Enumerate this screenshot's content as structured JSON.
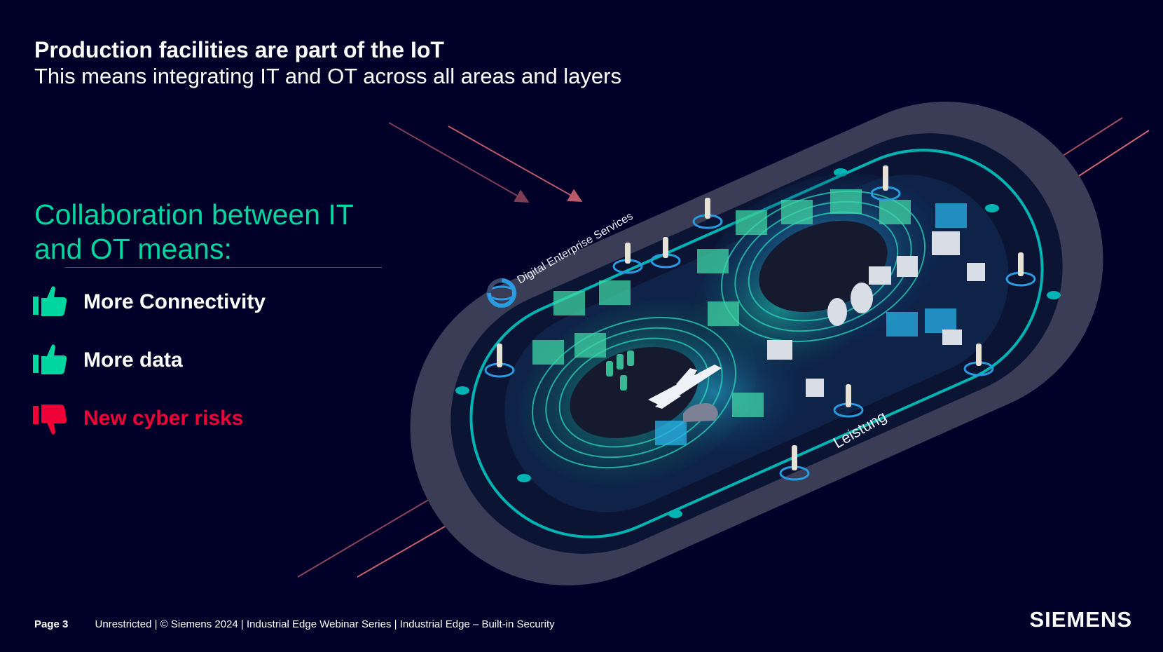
{
  "header": {
    "title": "Production facilities are part of the IoT",
    "subtitle": "This means integrating IT and OT across all areas and layers"
  },
  "collaboration": {
    "heading_line1": "Collaboration between IT",
    "heading_line2": "and OT means:",
    "items": [
      {
        "label": "More Connectivity",
        "icon": "thumbs-up-icon",
        "color": "#00d7a0"
      },
      {
        "label": "More data",
        "icon": "thumbs-up-icon",
        "color": "#00d7a0"
      },
      {
        "label": "New cyber risks",
        "icon": "thumbs-down-icon",
        "color": "#ef0137"
      }
    ]
  },
  "illustration": {
    "ring_label": "Digital Enterprise Services",
    "performance_label": "Leistung"
  },
  "footer": {
    "page": "Page 3",
    "text": "Unrestricted | © Siemens 2024 | Industrial Edge Webinar Series | Industrial Edge – Built-in Security"
  },
  "logo": "SIEMENS",
  "colors": {
    "background": "#000028",
    "accent_teal": "#00d7a0",
    "risk_red": "#ef0137",
    "arrow_pink": "#e8707a",
    "ring": "#00b4b4"
  }
}
